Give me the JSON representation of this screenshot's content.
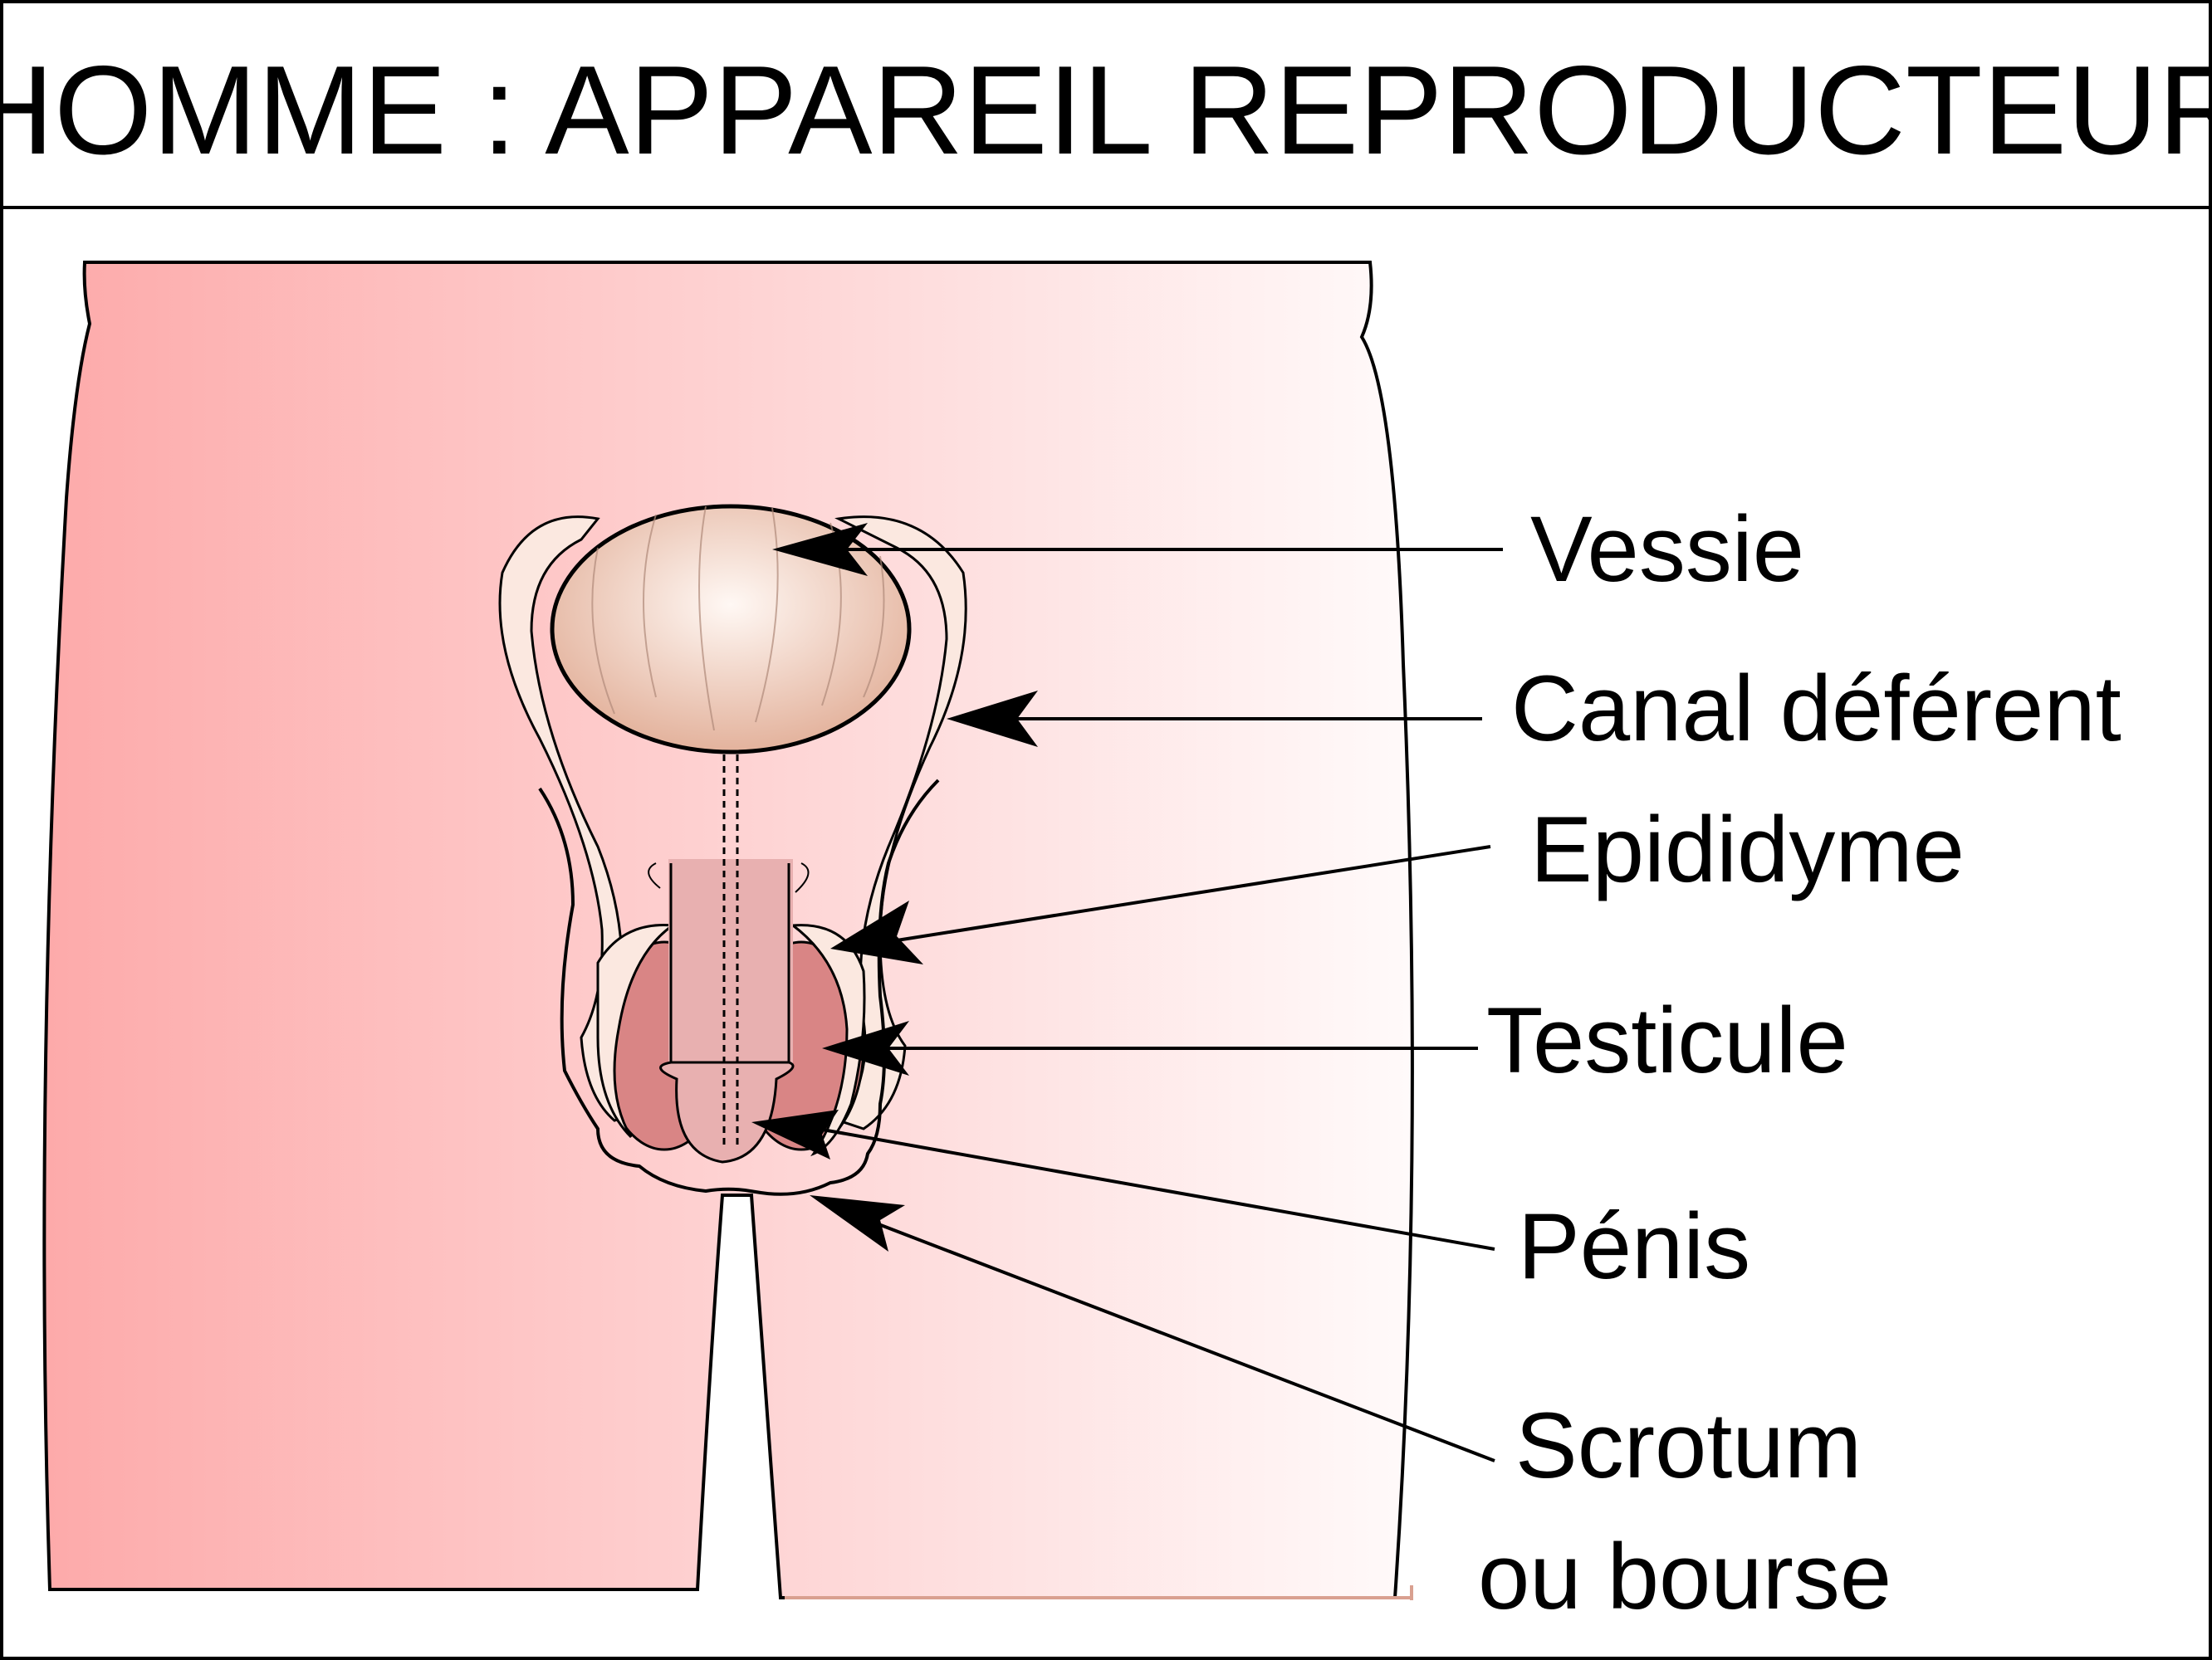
{
  "title": "HOMME : APPAREIL REPRODUCTEUR",
  "labels": {
    "vessie": "Vessie",
    "canal": "Canal déférent",
    "epididyme": "Epididyme",
    "testicule": "Testicule",
    "penis": "Pénis",
    "scrotum_line1": "Scrotum",
    "scrotum_line2": "ou bourse"
  },
  "colors": {
    "skin_dark": "#fdaaaa",
    "skin_light": "#fffafa",
    "bladder": "#e6b9a4",
    "testis": "#d98585",
    "penis": "#e8b0b0",
    "duct": "#fbe8e0"
  }
}
